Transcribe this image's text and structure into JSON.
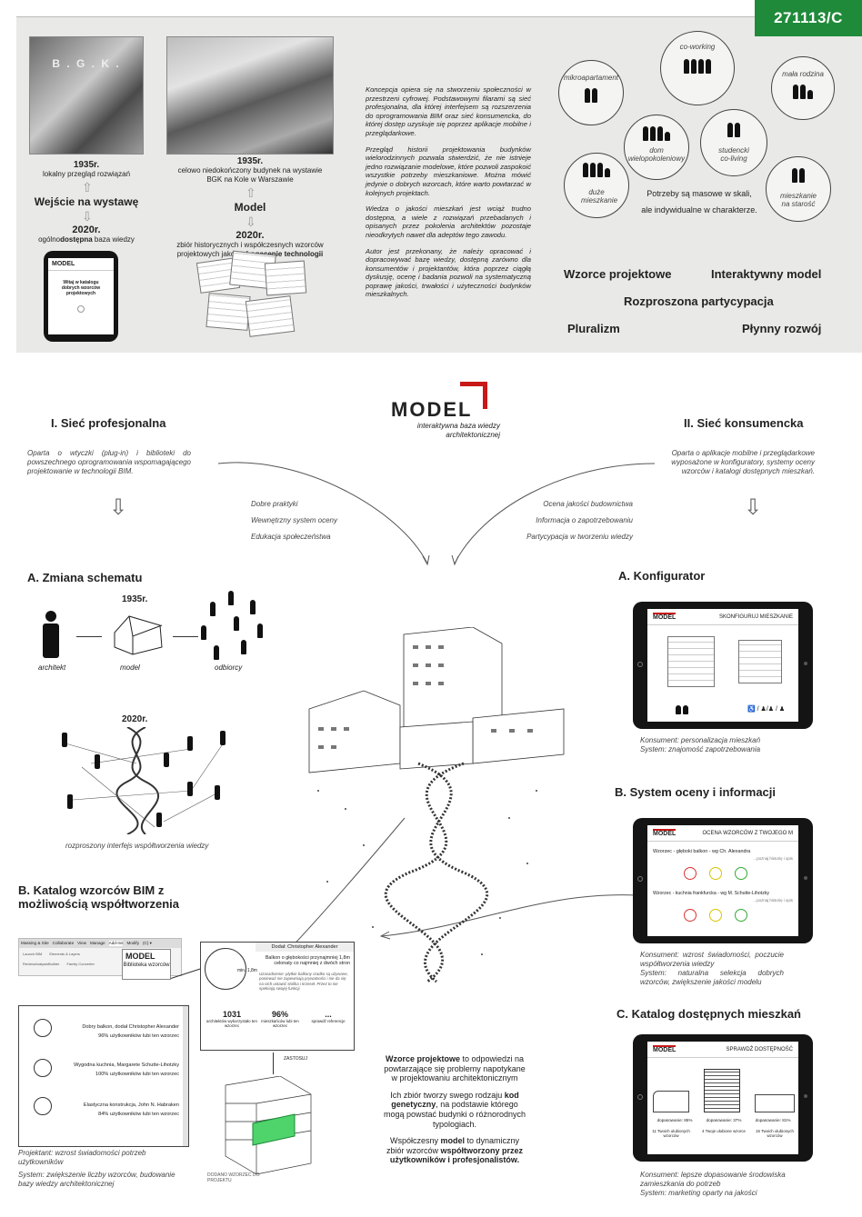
{
  "tag": "271113/C",
  "top": {
    "col1": {
      "year1935": "1935r.",
      "desc1935": "lokalny przegląd rozwiązań",
      "title": "Wejście na wystawę",
      "year2020": "2020r.",
      "desc2020_pre": "ogólno",
      "desc2020_bold": "dostępna",
      "desc2020_post": " baza wiedzy",
      "tablet_logo": "MODEL",
      "tablet_text": "Witaj w katalogu dobrych wzorców projektowych",
      "photo_sign": "B . G . K ."
    },
    "col2": {
      "year1935": "1935r.",
      "desc1935": "celowo niedokończony budynek na wystawie BGK na Kole w Warszawie",
      "title": "Model",
      "year2020": "2020r.",
      "desc2020": "zbiór historycznych i współczesnych wzorców projektowych jako",
      "desc2020_bold": "wzbogacenie technologii BIM"
    },
    "text": {
      "p1": "Koncepcja opiera się na stworzeniu społeczności w przestrzeni cyfrowej. Podstawowymi filarami są sieć profesjonalna, dla której interfejsem są rozszerzenia do oprogramowania BIM oraz sieć konsumencka, do której dostęp uzyskuje się poprzez aplikacje mobilne i przeglądarkowe.",
      "p2": "Przegląd historii projektowania budynków wielorodzinnych pozwala stwierdzić, że nie istnieje jedno rozwiązanie modelowe, które pozwoli zaspokoić wszystkie potrzeby mieszkaniowe. Można mówić jedynie o dobrych wzorcach, które warto powtarzać w kolejnych projektach.",
      "p3": "Wiedza o jakości mieszkań jest wciąż trudno dostępna, a wiele z rozwiązań przebadanych i opisanych przez pokolenia architektów pozostaje nieodkrytych nawet dla adeptów tego zawodu.",
      "p4": "Autor jest przekonany, że należy opracować i dopracowywać bazę wiedzy, dostępną zarówno dla konsumentów i projektantów, która poprzez ciągłą dyskusję, ocenę i badania pozwoli na systematyczną poprawę jakości, trwałości i użyteczności budynków mieszkalnych."
    },
    "circles": {
      "mikro": "mikroapartament",
      "cowork": "co-working",
      "mala": "mała rodzina",
      "dom": "dom wielopokoleniowy",
      "stud": "studencki co-living",
      "duze": "duże mieszkanie",
      "starosc": "mieszkanie na starość"
    },
    "needs1": "Potrzeby są masowe w skali,",
    "needs2": "ale indywidualne w charakterze.",
    "keywords": {
      "k1": "Wzorce projektowe",
      "k2": "Interaktywny model",
      "k3": "Rozproszona partycypacja",
      "k4": "Pluralizm",
      "k5": "Płynny rozwój"
    }
  },
  "logo": {
    "name": "MODEL",
    "sub1": "interaktywna baza wiedzy",
    "sub2": "architektonicznej"
  },
  "left": {
    "heading": "I. Sieć profesjonalna",
    "desc": "Oparta o wtyczki (plug-in) i biblioteki do powszechnego oprogramowania wspomagającego projektowanie w technologii BIM.",
    "list": [
      "Dobre praktyki",
      "Wewnętrzny system oceny",
      "Edukacja społeczeństwa"
    ],
    "A_title": "A. Zmiana schematu",
    "A_1935": "1935r.",
    "A_architekt": "architekt",
    "A_model": "model",
    "A_odbiorcy": "odbiorcy",
    "A_2020": "2020r.",
    "A_caption": "rozproszony interfejs współtworzenia wiedzy",
    "B_title": "B. Katalog wzorców BIM z możliwością współtworzenia",
    "ribbon": [
      "Massing & Site",
      "Collaborate",
      "View",
      "Manage",
      "Add-Ins",
      "Modify",
      "(C) ▾"
    ],
    "ribbon_btn1": "Launch BIM",
    "ribbon_btn2": "Elements & Layers",
    "ribbon_btn3": "ReviewAnalysisBuilder",
    "ribbon_btn4": "Family Converter",
    "plug_logo": "MODEL",
    "plug_sub": "Biblioteka wzorców",
    "items": [
      {
        "title": "Dobry balkon, dodał Christopher Alexander",
        "pct": "96% użytkowników lubi ten wzorzec"
      },
      {
        "title": "Wygodna kuchnia, Margarete Schutte-Lihotzky",
        "pct": "100% użytkowników lubi ten wzorzec"
      },
      {
        "title": "Elastyczna konstrukcja, John N. Habraken",
        "pct": "84% użytkowników lubi ten wzorzec"
      }
    ],
    "detail_header": "Dodał: Christopher Alexander",
    "detail_title": "Balkon o głębokości przynajmniej 1,8m celonaty co najmniej z dwóch stron",
    "detail_dim": "min. 1,8m",
    "detail_note": "Uzasadnienie: płytkie balkony rzadko są używane, ponieważ nie zapewniają prywatności i nie da się na nich ustawić stolika i krzeseł. Przez to nie spełniają swojej funkcji.",
    "stat1": "1031",
    "stat1_label": "architektów wykorzystało ten wzorzec",
    "stat2": "96%",
    "stat2_label": "mieszkańców lubi ten wzorzec",
    "stat3": "...",
    "stat3_label": "sprawdź referencje",
    "apply": "ZASTOSUJ",
    "added": "DODANO WZORZEC DO PROJEKTU",
    "foot1": "Projektant: wzrost świadomości potrzeb użytkowników",
    "foot2": "System: zwiększenie liczby wzorców, budowanie bazy wiedzy architektonicznej"
  },
  "right": {
    "heading": "II. Sieć konsumencka",
    "desc": "Oparta o aplikacje mobilne i przeglądarkowe wyposażone w konfiguratory, systemy oceny wzorców i katalogi dostępnych mieszkań.",
    "list": [
      "Ocena jakości budownictwa",
      "Informacja o zapotrzebowaniu",
      "Partycypacja w tworzeniu wiedzy"
    ],
    "A_title": "A. Konfigurator",
    "A_screen_title": "SKONFIGURUJ MIESZKANIE",
    "A_logo": "MODEL",
    "A_cap1": "Konsument: personalizacja mieszkań",
    "A_cap2": "System: znajomość zapotrzebowania",
    "B_title": "B. System oceny i informacji",
    "B_logo": "MODEL",
    "B_screen_title": "OCENA WZORCÓW Z TWOJEGO M",
    "B_item1": "Wzorzec - głęboki balkon - wg Ch. Alexandra",
    "B_item2": "Wzorzec - kuchnia frankfurcka - wg M. Schutte-Lihotzky",
    "B_more": "...poznaj historię i opis",
    "B_cap": "Konsument: wzrost świadomości, poczucie współtworzenia wiedzy",
    "B_cap2": "System: naturalna selekcja dobrych wzorców, zwiększenie jakości modelu",
    "C_title": "C. Katalog dostępnych mieszkań",
    "C_logo": "MODEL",
    "C_screen_title": "SPRAWDŹ DOSTĘPNOŚĆ",
    "C_d1": "dopasowanie: 85%",
    "C_d2": "dopasowanie: 37%",
    "C_d3": "dopasowanie: 81%",
    "C_f1": "11 Twoich ulubionych wzorców",
    "C_f2": "4 Twoje ulubione wzorce",
    "C_f3": "16 Twoich ulubionych wzorców",
    "C_cap1": "Konsument: lepsze dopasowanie środowiska zamieszkania do potrzeb",
    "C_cap2": "System: marketing oparty na jakości"
  },
  "center": {
    "t1_bold": "Wzorce projektowe",
    "t1": " to odpowiedzi na powtarzające się problemy napotykane w projektowaniu architektonicznym",
    "t2_pre": "Ich zbiór tworzy swego rodzaju ",
    "t2_bold": "kod genetyczny",
    "t2_post": ", na podstawie którego mogą powstać budynki o różnorodnych typologiach.",
    "t3_pre": "Współczesny ",
    "t3_b1": "model",
    "t3_mid": " to dynamiczny zbiór wzorców ",
    "t3_b2": "współtworzony przez użytkowników i profesjonalistów."
  }
}
